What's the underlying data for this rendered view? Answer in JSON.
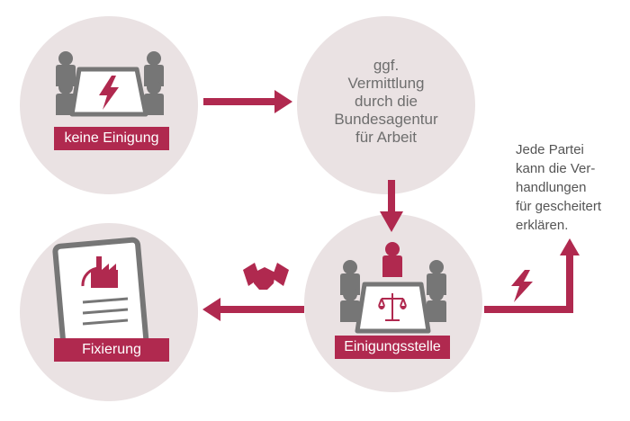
{
  "nodes": {
    "keine_einigung": {
      "label": "keine Einigung"
    },
    "vermittlung": {
      "line1": "ggf.",
      "line2": "Vermittlung",
      "line3": "durch die",
      "line4": "Bundesagentur",
      "line5": "für Arbeit"
    },
    "einigungsstelle": {
      "label": "Einigungsstelle"
    },
    "fixierung": {
      "label": "Fixierung"
    }
  },
  "side_note": "Jede Partei\nkann die Ver-\nhandlungen\nfür gescheitert\nerklären.",
  "colors": {
    "accent": "#b0294f",
    "circle": "#eae2e3",
    "figure": "#767676",
    "text": "#6e6e6e"
  }
}
